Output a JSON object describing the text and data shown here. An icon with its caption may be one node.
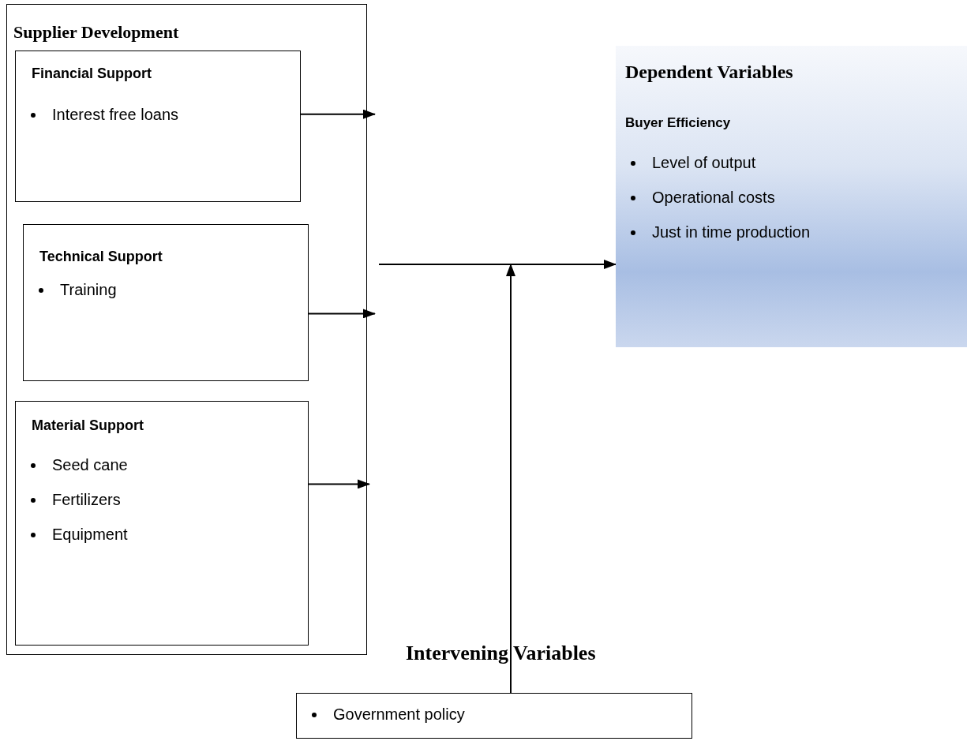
{
  "diagram": {
    "nodes": [
      {
        "text": [
          "Supplier Development"
        ]
      },
      {
        "text": [
          "Financial Support",
          "Interest free loans"
        ],
        "in": 0
      },
      {
        "text": [
          "Technical Support",
          "Training"
        ],
        "in": 0
      },
      {
        "text": [
          "Material Support",
          "Seed cane",
          "Fertilizers",
          "Equipment"
        ],
        "in": 0
      },
      {
        "text": [
          "Dependent Variables",
          "Buyer Efficiency",
          "Level of output",
          "Operational costs",
          "Just in time production"
        ]
      },
      {
        "text": [
          "Intervening Variables",
          "Government policy"
        ]
      }
    ],
    "edges": [
      {
        "from": 1,
        "to": null,
        "arrow": "to"
      },
      {
        "from": 2,
        "to": null,
        "arrow": "to"
      },
      {
        "from": 3,
        "to": null,
        "arrow": "to"
      },
      {
        "from": null,
        "to": 4,
        "arrow": "to"
      },
      {
        "from": 5,
        "to": null,
        "arrow": "to"
      }
    ]
  }
}
